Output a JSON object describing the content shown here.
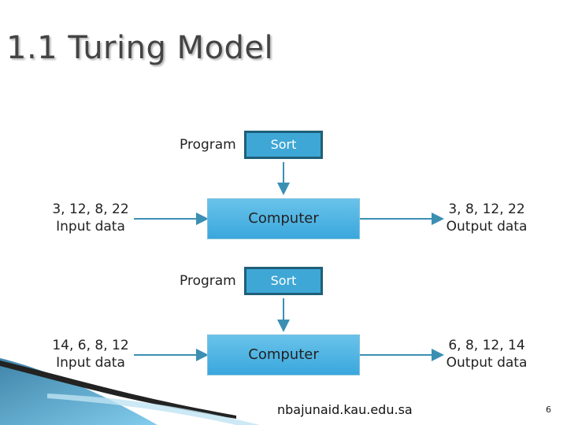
{
  "slide": {
    "title": "1.1 Turing Model",
    "footer": "nbajunaid.kau.edu.sa",
    "page_number": "6"
  },
  "diagram1": {
    "program_label": "Program",
    "program_box": "Sort",
    "computer": "Computer",
    "input_values": "3, 12, 8, 22",
    "input_label": "Input data",
    "output_values": "3, 8, 12, 22",
    "output_label": "Output data"
  },
  "diagram2": {
    "program_label": "Program",
    "program_box": "Sort",
    "computer": "Computer",
    "input_values": "14, 6, 8, 12",
    "input_label": "Input data",
    "output_values": "6, 8, 12, 14",
    "output_label": "Output data"
  },
  "colors": {
    "program_box": "#3fa7d6",
    "program_border": "#1e5f78",
    "computer_box": "#55b7e4",
    "arrow": "#3b8fb3"
  }
}
